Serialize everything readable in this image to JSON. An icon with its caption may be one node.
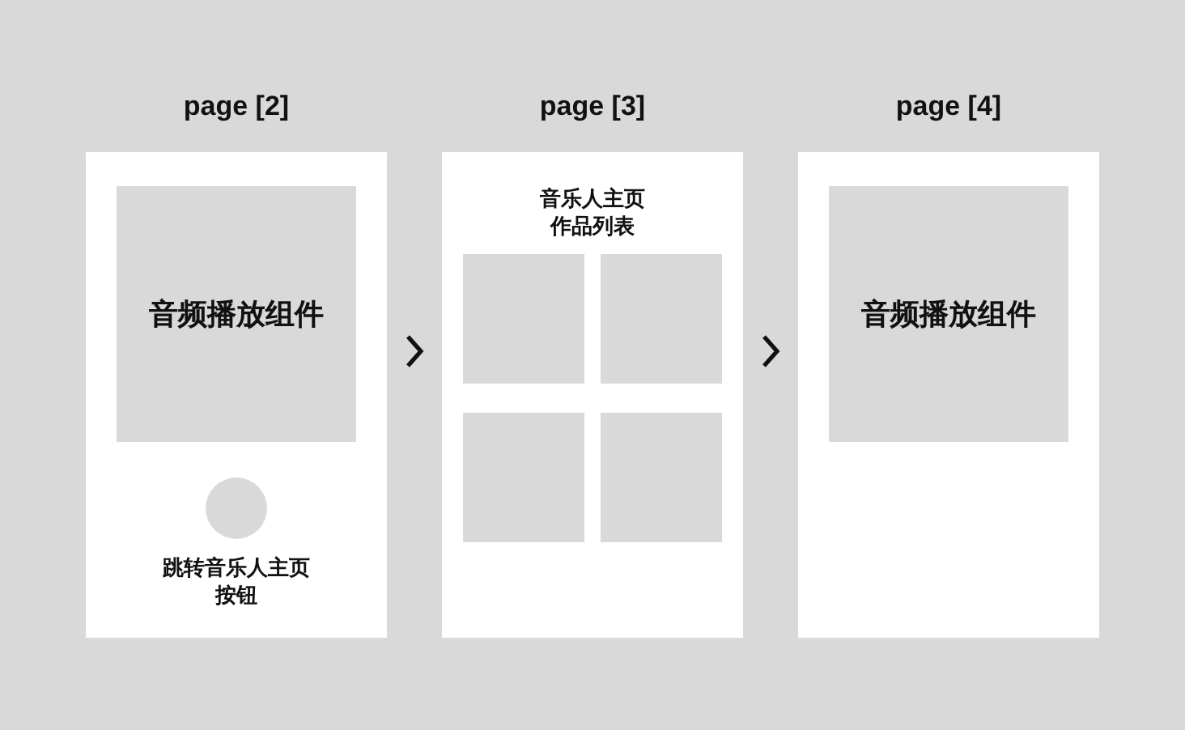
{
  "diagram": {
    "nodes": [
      {
        "text": [
          "page [2]"
        ]
      },
      {
        "text": [
          "音频播放组件"
        ],
        "in": 0
      },
      {
        "text": [],
        "shape": "circle",
        "in": 0,
        "beside": [
          "跳转音乐人主页按钮"
        ]
      },
      {
        "text": [
          "page [3]",
          "音乐人主页作品列表"
        ]
      },
      {
        "text": [],
        "shape": "box",
        "in": 3
      },
      {
        "text": [],
        "shape": "box",
        "in": 3
      },
      {
        "text": [],
        "shape": "box",
        "in": 3
      },
      {
        "text": [],
        "shape": "box",
        "in": 3
      },
      {
        "text": [
          "page [4]"
        ]
      },
      {
        "text": [
          "音频播放组件"
        ],
        "in": 8
      }
    ],
    "edges": [
      {
        "from": 0,
        "to": 3,
        "arrow": "to"
      },
      {
        "from": 3,
        "to": 8,
        "arrow": "to"
      }
    ]
  }
}
